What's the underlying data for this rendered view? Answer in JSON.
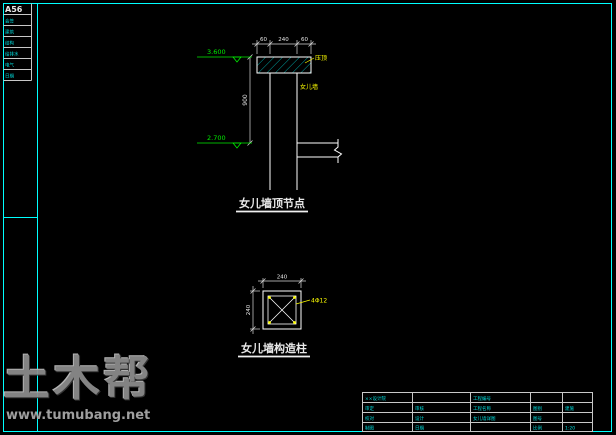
{
  "colors": {
    "background": "#000000",
    "frame": "#00ffff",
    "object_lines": "#ffffff",
    "dimension_text": "#e8e8e8",
    "elevation_text": "#00ee00",
    "annotation_text": "#ffff00",
    "table_text": "#00dddd",
    "watermark": "#8f8f8f"
  },
  "corner_table": {
    "sheet_no": "A56",
    "rows": [
      "会签",
      "建筑",
      "结构",
      "给排水",
      "电气",
      "日期"
    ]
  },
  "detail_top": {
    "title": "女儿墙顶节点",
    "dim_left_overhang": "60",
    "dim_wall_width": "240",
    "dim_right_overhang": "60",
    "dim_height": "900",
    "elevation_top": "3.600",
    "elevation_bottom": "2.700",
    "note_coping": "压顶",
    "note_wall": "女儿墙"
  },
  "detail_bottom": {
    "title": "女儿墙构造柱",
    "dim_width": "240",
    "dim_height": "240",
    "note_rebar": "4Φ12"
  },
  "title_block": {
    "company": "××设计院",
    "cells": {
      "r1c3": "工程编号",
      "r2c1": "审定",
      "r2c2": "审核",
      "r2c3": "工程名称",
      "r2c4": "图别",
      "r2c5": "建施",
      "r3c1": "校对",
      "r3c2": "设计",
      "r3c3": "女儿墙详图",
      "r3c4": "图号",
      "r4c1": "制图",
      "r4c2": "日期",
      "r4c4": "比例",
      "r4c5": "1:20"
    }
  },
  "watermark": {
    "logo": "土木帮",
    "url": "www.tumubang.net"
  }
}
